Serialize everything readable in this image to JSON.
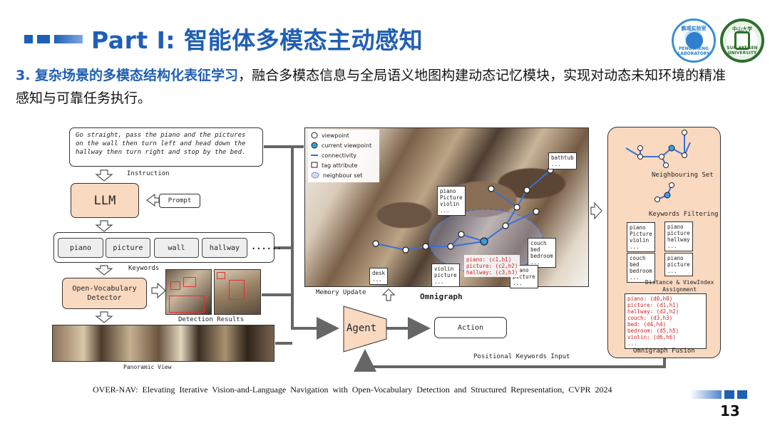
{
  "header": {
    "title": "Part I: 智能体多模态主动感知",
    "logos": [
      "鹏城实验室",
      "PENGCHENG LABORATORY",
      "中山大学",
      "SUN YAT-SEN UNIVERSITY"
    ]
  },
  "subtitle": {
    "highlight": "3. 复杂场景的多模态结构化表征学习",
    "text": "，融合多模态信息与全局语义地图构建动态记忆模块，实现对动态未知环境的精准感知与可靠任务执行。"
  },
  "diagram": {
    "instruction_text": "Go straight, pass the piano and the pictures on the wall then turn left and head down the hallway then turn right and stop by the bed.",
    "instruction_label": "Instruction",
    "llm": "LLM",
    "prompt": "Prompt",
    "keywords": [
      "piano",
      "picture",
      "wall",
      "hallway"
    ],
    "keywords_more": "......",
    "keywords_label": "Keywords",
    "detector": "Open-Vocabulary Detector",
    "detection_label": "Detection Results",
    "panoramic_label": "Panoramic View",
    "legend": {
      "viewpoint": "viewpoint",
      "current_viewpoint": "current viewpoint",
      "connectivity": "connectivity",
      "tag_attribute": "tag attribute",
      "neighbour_set": "neighbour set"
    },
    "omni_tags": {
      "bathtub": "bathtub\n...",
      "piano": "piano\nPicture\nviolin\n...",
      "couch": "couch\nbed\nbedroom\n...",
      "desk": "desk\n...",
      "violin": "violin\npicture\n...",
      "piano_picture": "piano\npicture\n...",
      "red": "piano: (c1,h1)\npicture: (c2,h2)\nhallway: (c3,h3)"
    },
    "memory_update": "Memory Update",
    "omnigraph": "Omnigraph",
    "agent": "Agent",
    "action": "Action",
    "positional_input": "Positional Keywords Input",
    "right": {
      "neighbouring_set": "Neighbouring Set",
      "keywords_filtering": "Keywords Filtering",
      "box1": "piano\nPicture\nviolin\n...",
      "box2": "piano\npicture\nhallway\n...",
      "box3": "couch\nbed\nbedroom\n...",
      "box4": "piano\npicture\n...",
      "distance_label": "Distance & ViewIndex\nAssignment",
      "assign": "piano: (d0,h0)\npicture: (d1,h1)\nhallway: (d2,h2)\ncouch: (d3,h3)\nbed: (d4,h4)\nbedroom: (d5,h5)\nviolin: (d6,h6)\n...",
      "fusion": "Omnigraph Fusion"
    }
  },
  "footer": {
    "citation": "OVER-NAV: Elevating Iterative Vision-and-Language Navigation with Open-Vocabulary Detection and Structured Representation, CVPR 2024",
    "page": "13"
  },
  "colors": {
    "accent": "#1f5fb4",
    "module": "#fad9c1",
    "graph": "#3b6fd6",
    "red": "#d42020"
  }
}
